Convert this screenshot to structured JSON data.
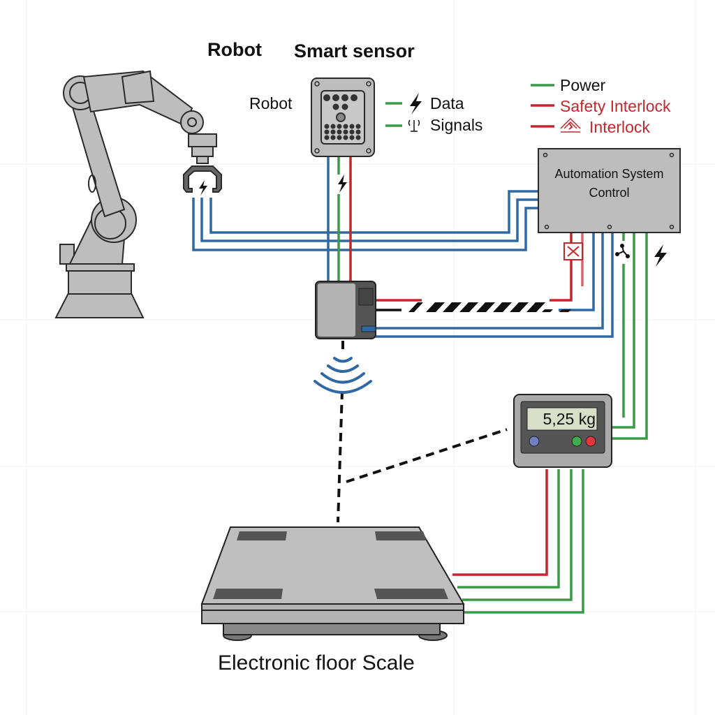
{
  "labels": {
    "robot_title": "Robot",
    "smart_sensor_title": "Smart sensor",
    "robot_side_label": "Robot",
    "scale_title": "Electronic floor Scale",
    "controller_line1": "Automation System",
    "controller_line2": "Control"
  },
  "sensor_legend": [
    {
      "icon": "lightning-bolt-icon",
      "label": "Data",
      "color": "#3a9a47"
    },
    {
      "icon": "antenna-signal-icon",
      "label": "Signals",
      "color": "#3a9a47"
    }
  ],
  "wire_legend": [
    {
      "label": "Power",
      "color": "#3a9a47",
      "text_color": "#111111"
    },
    {
      "label": "Safety Interlock",
      "color": "#c4262e",
      "text_color": "#c4262e"
    },
    {
      "icon": "interlock-hazard-icon",
      "label": "Interlock",
      "color": "#c4262e",
      "text_color": "#c4262e"
    }
  ],
  "display": {
    "reading": "5,25 kg",
    "buttons": [
      {
        "name": "blue-button",
        "color": "#6f7fc4"
      },
      {
        "name": "green-button",
        "color": "#3fae4a"
      },
      {
        "name": "red-button",
        "color": "#e0383c"
      }
    ]
  },
  "colors": {
    "power": "#3a9a47",
    "interlock": "#c4262e",
    "data": "#2f68a3",
    "device_gray": "#bdbdbd",
    "outline": "#2a2a2a"
  }
}
